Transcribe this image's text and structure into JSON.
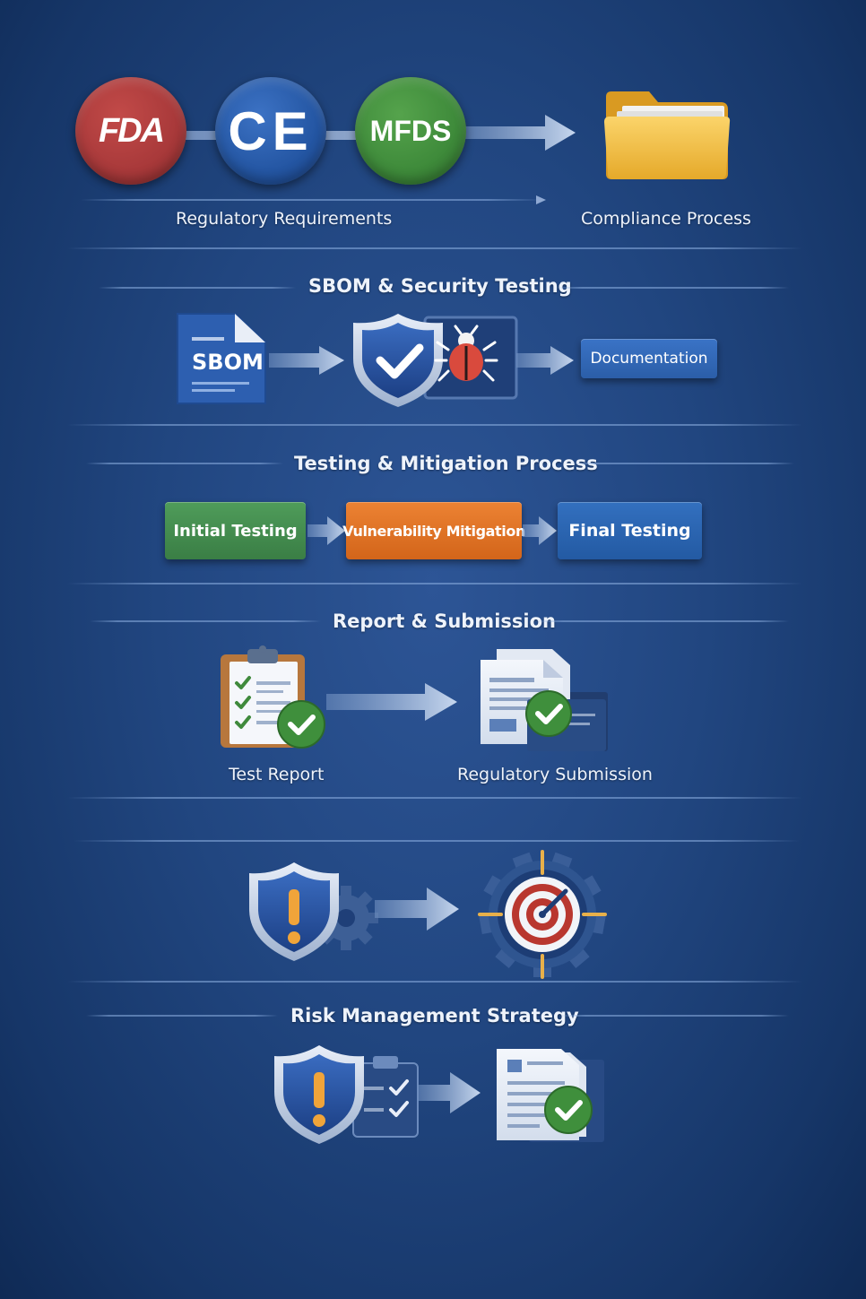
{
  "regulatory": {
    "logos": [
      {
        "name": "fda-logo",
        "text": "FDA",
        "color": "#a8393a"
      },
      {
        "name": "ce-logo",
        "text": "CE",
        "color": "#2456a3"
      },
      {
        "name": "mfds-logo",
        "text": "MFDS",
        "color": "#3e8a3a"
      }
    ],
    "left_caption": "Regulatory Requirements",
    "right_caption": "Compliance Process"
  },
  "sbom": {
    "title": "SBOM & Security Testing",
    "doc_label": "SBOM",
    "documentation_label": "Documentation"
  },
  "testing": {
    "title": "Testing & Mitigation Process",
    "steps": [
      {
        "label": "Initial Testing",
        "color": "#3f8a4c"
      },
      {
        "label": "Vulnerability Mitigation",
        "color": "#dd6e1f"
      },
      {
        "label": "Final Testing",
        "color": "#285ea6"
      }
    ]
  },
  "report": {
    "title": "Report & Submission",
    "test_report_label": "Test Report",
    "submission_label": "Regulatory Submission"
  },
  "risk": {
    "title": "Risk Management Strategy"
  },
  "icons": [
    "folder-icon",
    "sbom-document-icon",
    "shield-check-icon",
    "bug-icon",
    "clipboard-check-icon",
    "submission-documents-icon",
    "shield-warning-gear-icon",
    "target-gear-icon",
    "shield-warning-checklist-icon",
    "document-check-icon",
    "arrow-icon"
  ],
  "colors": {
    "accent_green": "#3a8a3e",
    "warning_orange": "#f0a43a",
    "arrow": "#a9c2e6"
  }
}
